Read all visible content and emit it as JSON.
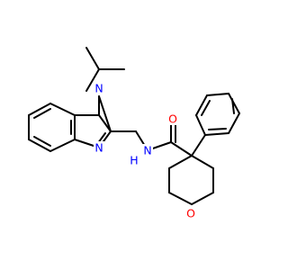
{
  "molecule": {
    "atom_labels": {
      "n_isopropyl": "N",
      "n_imine": "N",
      "n_amide": "N",
      "h_amide": "H",
      "o_carbonyl": "O",
      "o_ring": "O"
    },
    "colors": {
      "nitrogen": "#0000ff",
      "oxygen": "#ff0000",
      "bond": "#000000",
      "background": "#ffffff"
    }
  }
}
